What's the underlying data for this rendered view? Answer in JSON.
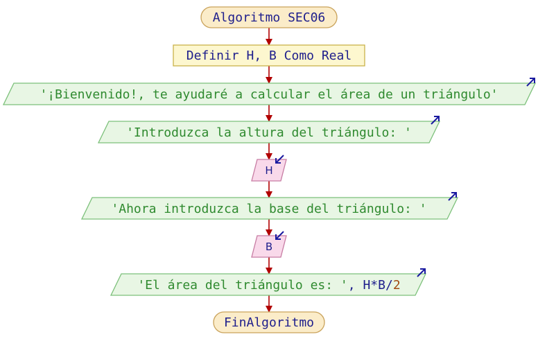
{
  "colors": {
    "terminal_fill": "#fbecc9",
    "terminal_stroke": "#c9a25a",
    "process_fill": "#fdf7cf",
    "process_stroke": "#c9b24a",
    "output_fill": "#e8f6e4",
    "output_stroke": "#7cc07a",
    "input_fill": "#f9d9ea",
    "input_stroke": "#c77ca3",
    "arrow": "#b10000",
    "keyword_text": "#1e1e8c",
    "string_text": "#2f8a2f",
    "var_text": "#1e1e8c",
    "number_text": "#a24b12",
    "io_icon": "#1a1aa0"
  },
  "flowchart": {
    "start_label": "Algoritmo SEC06",
    "define_label": "Definir H, B Como Real",
    "output1": "'¡Bienvenido!, te ayudaré a calcular el área de un triángulo'",
    "output2": "'Introduzca la altura del triángulo: '",
    "input1": "H",
    "output3": "'Ahora introduzca la base del triángulo: '",
    "input2": "B",
    "output4_string": "'El área del triángulo es: '",
    "output4_sep": ", ",
    "output4_expr": "H*B/",
    "output4_num": "2",
    "end_label": "FinAlgoritmo"
  }
}
